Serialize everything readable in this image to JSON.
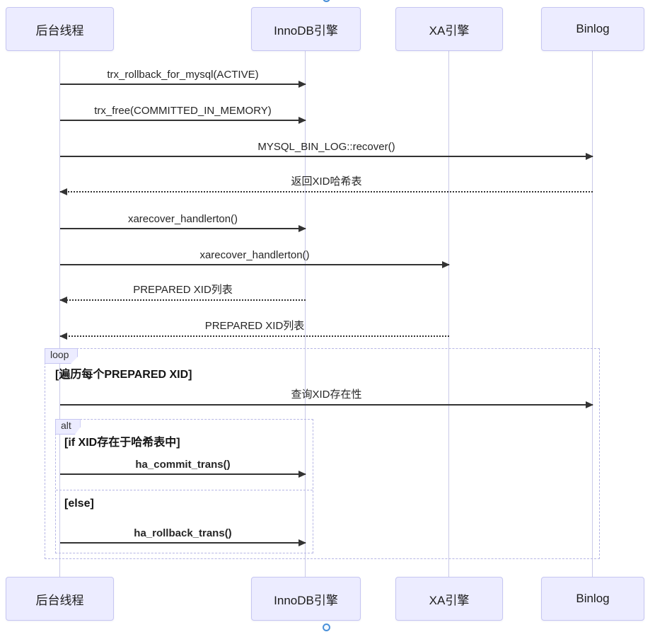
{
  "diagram": {
    "participants": [
      {
        "name": "后台线程"
      },
      {
        "name": "InnoDB引擎"
      },
      {
        "name": "XA引擎"
      },
      {
        "name": "Binlog"
      }
    ],
    "messages": [
      {
        "label": "trx_rollback_for_mysql(ACTIVE)",
        "from": "后台线程",
        "to": "InnoDB引擎",
        "style": "solid"
      },
      {
        "label": "trx_free(COMMITTED_IN_MEMORY)",
        "from": "后台线程",
        "to": "InnoDB引擎",
        "style": "solid"
      },
      {
        "label": "MYSQL_BIN_LOG::recover()",
        "from": "后台线程",
        "to": "Binlog",
        "style": "solid"
      },
      {
        "label": "返回XID哈希表",
        "from": "Binlog",
        "to": "后台线程",
        "style": "dotted"
      },
      {
        "label": "xarecover_handlerton()",
        "from": "后台线程",
        "to": "InnoDB引擎",
        "style": "solid"
      },
      {
        "label": "xarecover_handlerton()",
        "from": "后台线程",
        "to": "XA引擎",
        "style": "solid"
      },
      {
        "label": "PREPARED XID列表",
        "from": "InnoDB引擎",
        "to": "后台线程",
        "style": "dotted"
      },
      {
        "label": "PREPARED XID列表",
        "from": "XA引擎",
        "to": "后台线程",
        "style": "dotted"
      },
      {
        "label": "查询XID存在性",
        "from": "后台线程",
        "to": "Binlog",
        "style": "solid"
      },
      {
        "label": "ha_commit_trans()",
        "from": "后台线程",
        "to": "InnoDB引擎",
        "style": "solid"
      },
      {
        "label": "ha_rollback_trans()",
        "from": "后台线程",
        "to": "InnoDB引擎",
        "style": "solid"
      }
    ],
    "loop_block": {
      "label": "loop",
      "condition": "[遍历每个PREPARED XID]"
    },
    "alt_block": {
      "label": "alt",
      "if_condition": "[if XID存在于哈希表中]",
      "else_label": "[else]"
    }
  },
  "colors": {
    "participant_fill": "#ECECFF",
    "participant_border": "#C6C6F2",
    "lifeline": "#C9C9E8",
    "arrow": "#333333",
    "frame_border": "#B6B6E5",
    "handle": "#4A90D9"
  }
}
